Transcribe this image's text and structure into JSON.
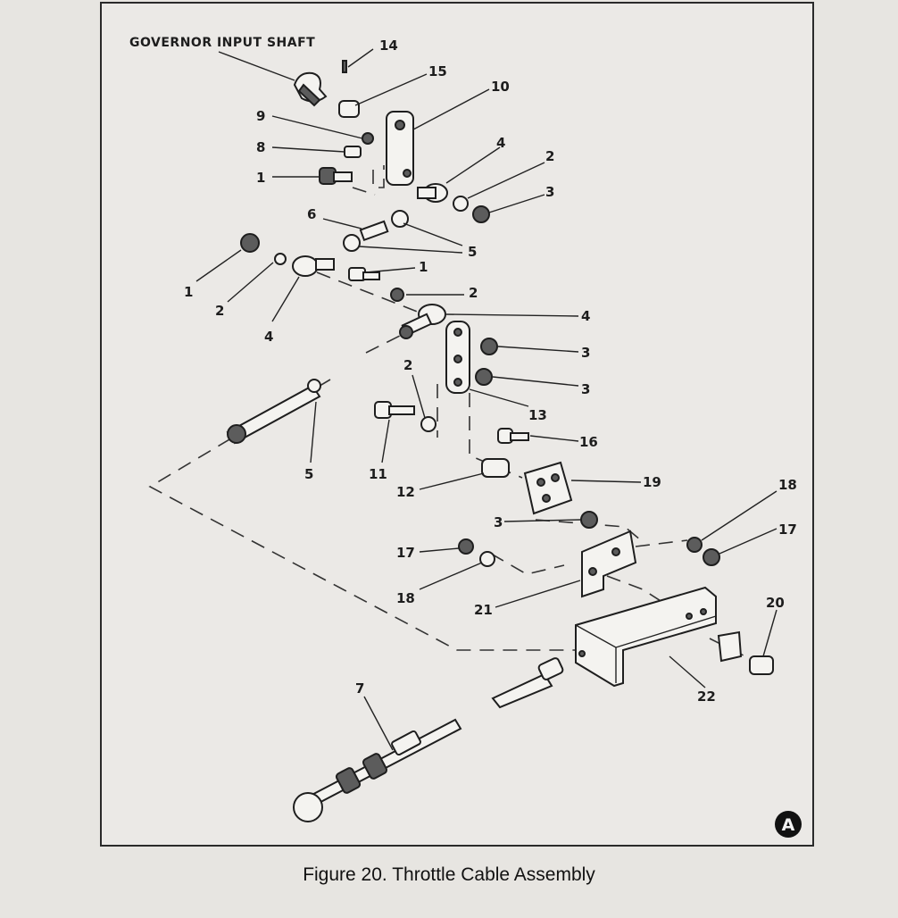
{
  "diagram": {
    "title_label": "GOVERNOR INPUT SHAFT",
    "view_marker": "A",
    "callouts": {
      "c14": "14",
      "c15": "15",
      "c10": "10",
      "c9": "9",
      "c8": "8",
      "c1a": "1",
      "c4a": "4",
      "c2a": "2",
      "c3a": "3",
      "c6": "6",
      "c5a": "5",
      "c1b": "1",
      "c2b": "2",
      "c1c": "1",
      "c4b": "4",
      "c2c": "2",
      "c4c": "4",
      "c3b": "3",
      "c3c": "3",
      "c2d": "2",
      "c13": "13",
      "c5b": "5",
      "c11": "11",
      "c16": "16",
      "c12": "12",
      "c19": "19",
      "c3d": "3",
      "c18a": "18",
      "c17a": "17",
      "c17b": "17",
      "c18b": "18",
      "c21": "21",
      "c20": "20",
      "c7": "7",
      "c22": "22"
    }
  },
  "caption": "Figure 20.  Throttle Cable Assembly"
}
